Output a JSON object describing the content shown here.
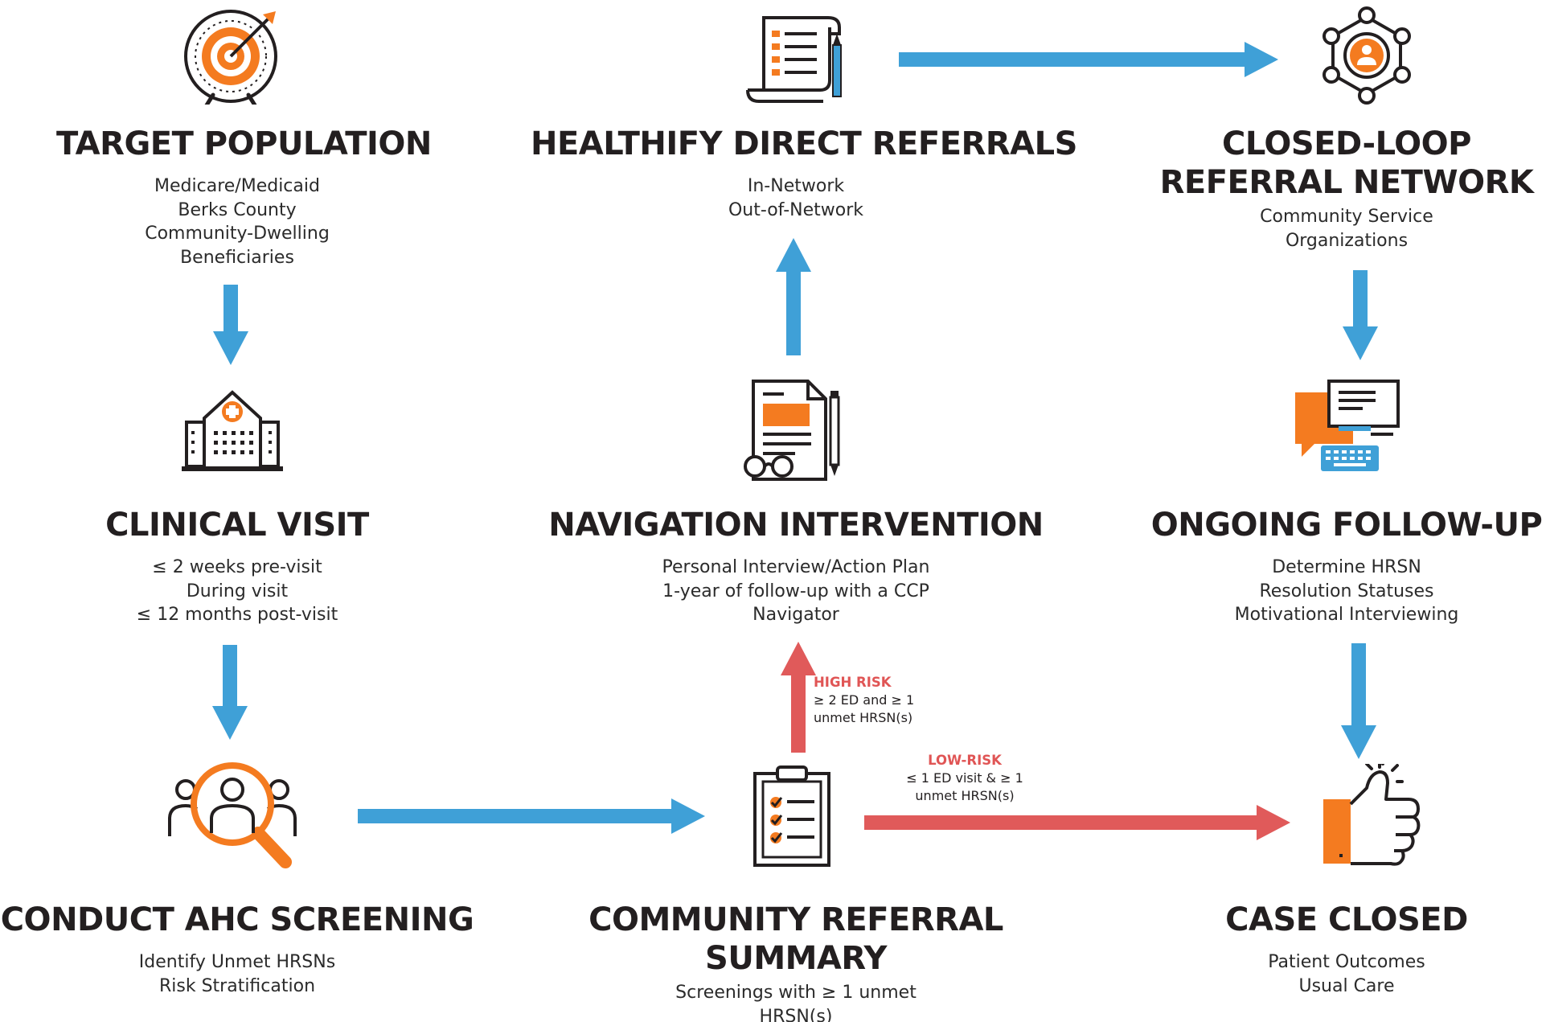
{
  "colors": {
    "blue": "#3fa0d7",
    "red": "#e05a5a",
    "orange": "#f47b20",
    "dark": "#231f20"
  },
  "nodes": {
    "target": {
      "title": [
        "TARGET POPULATION"
      ],
      "lines": [
        "Medicare/Medicaid",
        "Berks County",
        "Community-Dwelling",
        "Beneficiaries"
      ],
      "icon": "target-icon"
    },
    "clinical": {
      "title": [
        "CLINICAL VISIT"
      ],
      "lines": [
        "≤ 2 weeks pre-visit",
        "During visit",
        "≤ 12 months post-visit"
      ],
      "icon": "hospital-icon"
    },
    "screening": {
      "title": [
        "CONDUCT AHC SCREENING"
      ],
      "lines": [
        "Identify Unmet HRSNs",
        "Risk Stratification"
      ],
      "icon": "people-search-icon"
    },
    "healthify": {
      "title": [
        "HEALTHIFY DIRECT REFERRALS"
      ],
      "lines": [
        "In-Network",
        "Out-of-Network"
      ],
      "icon": "scroll-list-icon"
    },
    "navigation": {
      "title": [
        "NAVIGATION INTERVENTION"
      ],
      "lines": [
        "Personal Interview/Action Plan",
        "1-year of follow-up with a CCP",
        "Navigator"
      ],
      "icon": "document-glasses-icon"
    },
    "summary": {
      "title": [
        "COMMUNITY REFERRAL",
        "SUMMARY"
      ],
      "lines": [
        "Screenings with ≥ 1 unmet",
        "HRSN(s)"
      ],
      "icon": "clipboard-checklist-icon"
    },
    "network": {
      "title": [
        "CLOSED-LOOP",
        "REFERRAL NETWORK"
      ],
      "lines": [
        "Community Service",
        "Organizations"
      ],
      "icon": "network-person-icon"
    },
    "followup": {
      "title": [
        "ONGOING FOLLOW-UP"
      ],
      "lines": [
        "Determine HRSN",
        "Resolution Statuses",
        "Motivational Interviewing"
      ],
      "icon": "chat-computer-icon"
    },
    "closed": {
      "title": [
        "CASE CLOSED"
      ],
      "lines": [
        "Patient Outcomes",
        "Usual Care"
      ],
      "icon": "thumbs-up-icon"
    }
  },
  "risk_labels": {
    "high": {
      "title": "HIGH RISK",
      "lines": [
        "≥ 2 ED and ≥ 1",
        "unmet HRSN(s)"
      ]
    },
    "low": {
      "title": "LOW-RISK",
      "lines": [
        "≤ 1 ED visit & ≥ 1",
        "unmet HRSN(s)"
      ]
    }
  }
}
